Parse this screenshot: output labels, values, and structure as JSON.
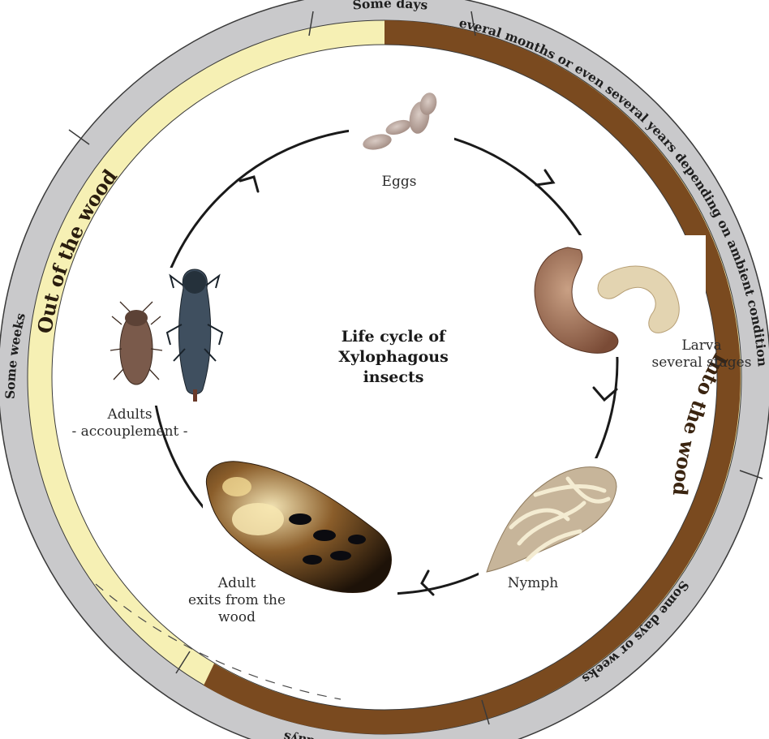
{
  "title_lines": [
    "Life cycle of",
    "Xylophagous",
    "insects"
  ],
  "stages": {
    "eggs": [
      "Eggs"
    ],
    "larva": [
      "Larva",
      "several stages"
    ],
    "nymph": [
      "Nymph"
    ],
    "adult_exit": [
      "Adult",
      "exits from the",
      "wood"
    ],
    "adults": [
      "Adults",
      "- accouplement -"
    ]
  },
  "durations": {
    "top": "Some days",
    "larva": "Several months or even several years depending on ambient conditions",
    "nymph": "Some days or weeks",
    "bottom": "Some days",
    "adults": "Some weeks"
  },
  "phases": {
    "out": "Out of the wood",
    "into": "Into the wood"
  },
  "colors": {
    "outer_band": "#c9c9cb",
    "out_of_wood": "#f6f0b4",
    "into_wood": "#7a4a1f",
    "out_text": "#2a1d0e",
    "into_text": "#3a2410"
  }
}
